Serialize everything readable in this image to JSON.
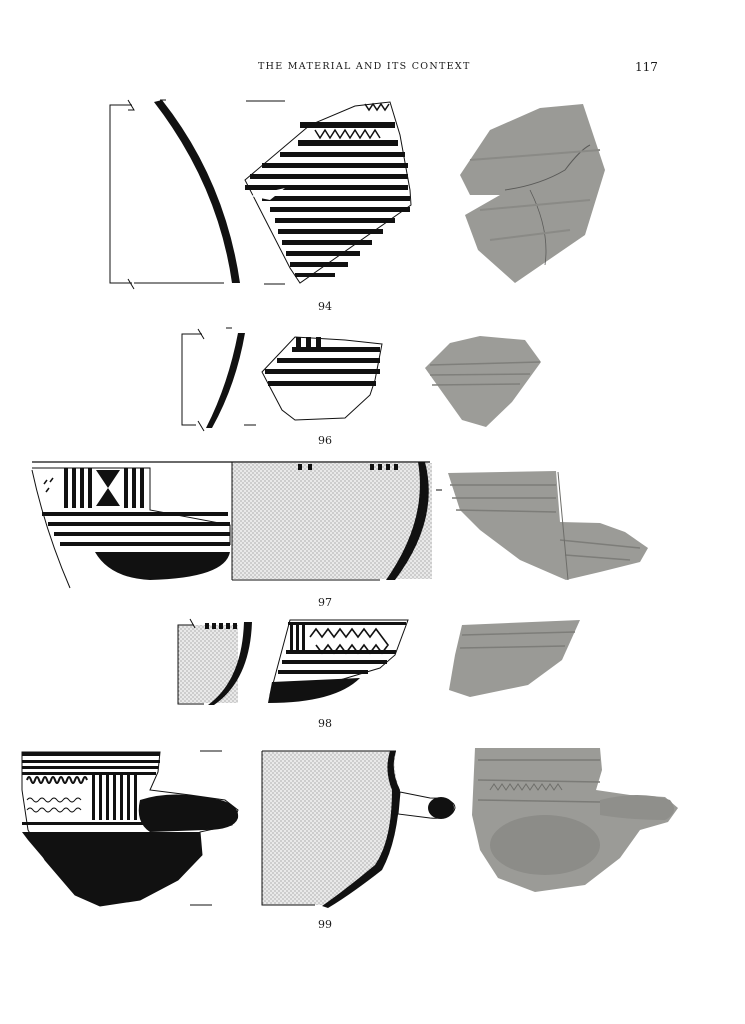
{
  "header": {
    "running_title": "THE MATERIAL AND ITS CONTEXT",
    "page_number": "117"
  },
  "figures": [
    {
      "label": "94"
    },
    {
      "label": "96"
    },
    {
      "label": "97"
    },
    {
      "label": "98"
    },
    {
      "label": "99"
    }
  ],
  "colors": {
    "ink": "#111111",
    "photo_fill": "#9a9a96",
    "photo_shade": "#7d7d79",
    "stipple": "#bdbdbd"
  }
}
